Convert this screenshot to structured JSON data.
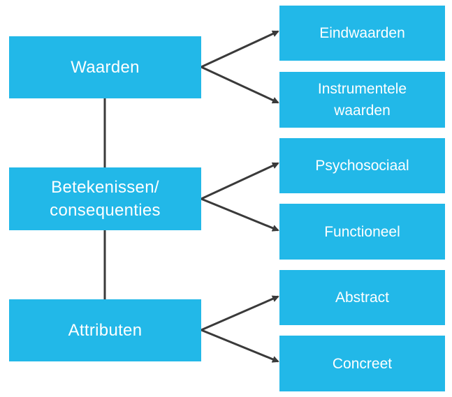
{
  "diagram": {
    "levels": [
      {
        "label": "Waarden",
        "children": [
          "Eindwaarden",
          "Instrumentele\nwaarden"
        ]
      },
      {
        "label": "Betekenissen/\nconsequenties",
        "children": [
          "Psychosociaal",
          "Functioneel"
        ]
      },
      {
        "label": "Attributen",
        "children": [
          "Abstract",
          "Concreet"
        ]
      }
    ],
    "colors": {
      "box_fill": "#22b8e8",
      "box_text": "#ffffff",
      "connector": "#3a3a3a"
    }
  }
}
